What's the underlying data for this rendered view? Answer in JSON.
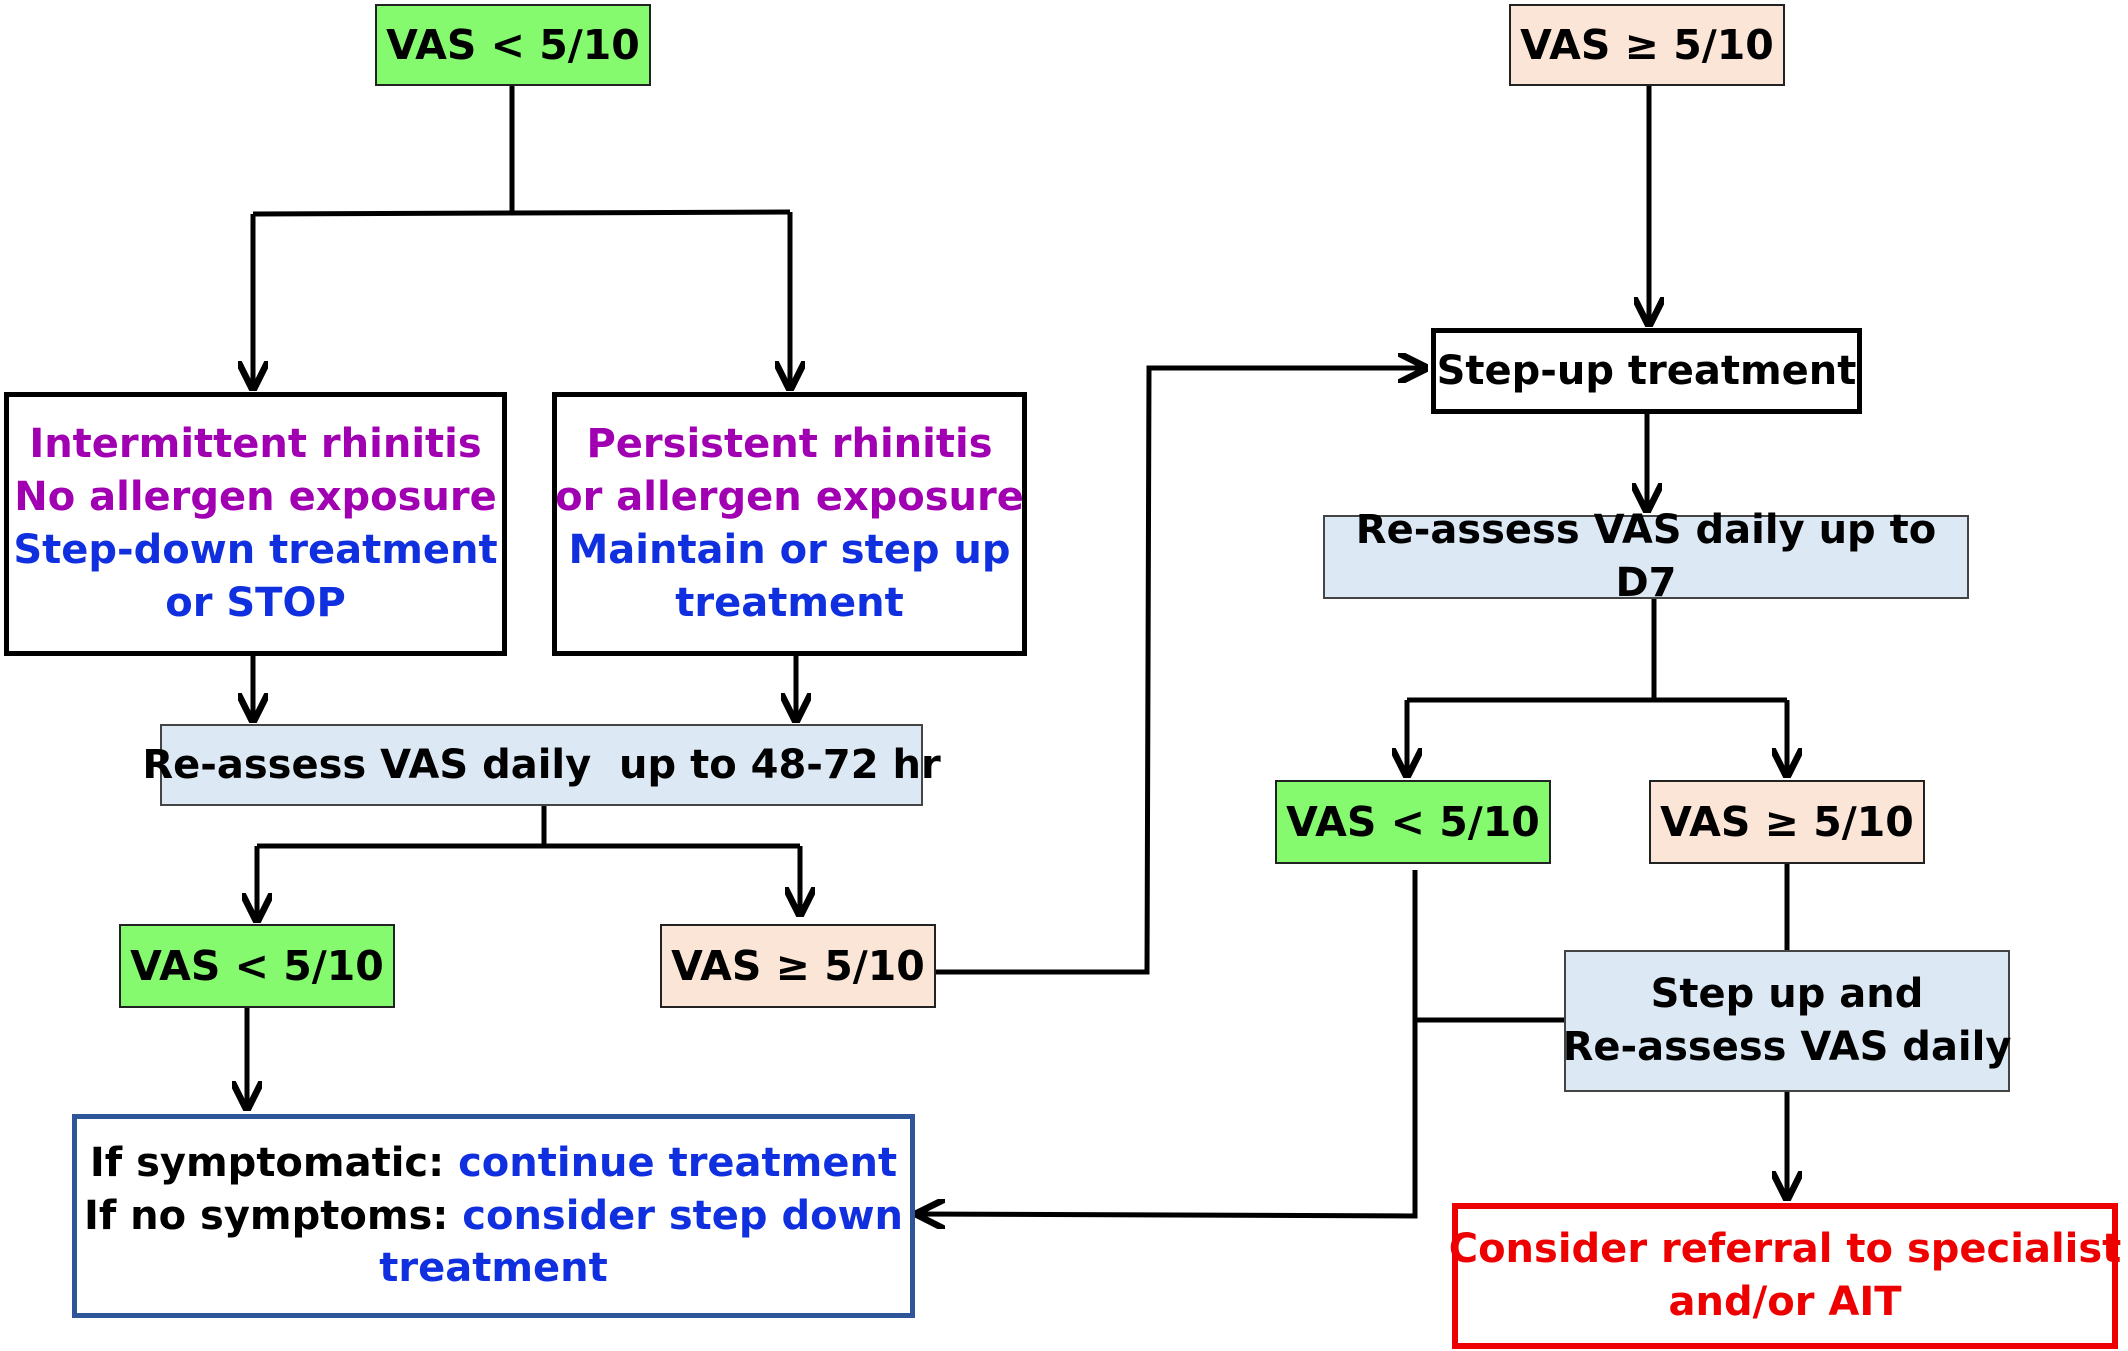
{
  "left": {
    "top": "VAS < 5/10",
    "intermittent": {
      "line1": "Intermittent rhinitis",
      "line2": "No allergen exposure",
      "line3": "Step-down treatment",
      "line4": "or STOP"
    },
    "persistent": {
      "line1": "Persistent rhinitis",
      "line2": "or allergen exposure",
      "line3": "Maintain or step up",
      "line4": "treatment"
    },
    "reassess": "Re-assess VAS daily  up to 48-72 hr",
    "low": "VAS < 5/10",
    "high": "VAS ≥ 5/10",
    "outcome": {
      "label1": "If symptomatic: ",
      "value1": "continue treatment",
      "label2": "If no symptoms: ",
      "value2": "consider step down",
      "value3": "treatment"
    }
  },
  "right": {
    "top": "VAS ≥ 5/10",
    "stepup": "Step-up treatment",
    "reassess": "Re-assess VAS daily up to D7",
    "low": "VAS < 5/10",
    "high": "VAS ≥ 5/10",
    "stepup_reassess": {
      "line1": "Step up and",
      "line2": "Re-assess VAS daily"
    },
    "referral": {
      "line1": "Consider referral to specialist",
      "line2": "and/or AIT"
    }
  },
  "colors": {
    "low_fill": "#85fa6e",
    "high_fill": "#fbe5d6",
    "reassess_fill": "#dce9f4",
    "condition_text": "#a100b2",
    "action_text": "#1030e0",
    "referral": "#ee0000",
    "outcome_border": "#2e5597"
  }
}
